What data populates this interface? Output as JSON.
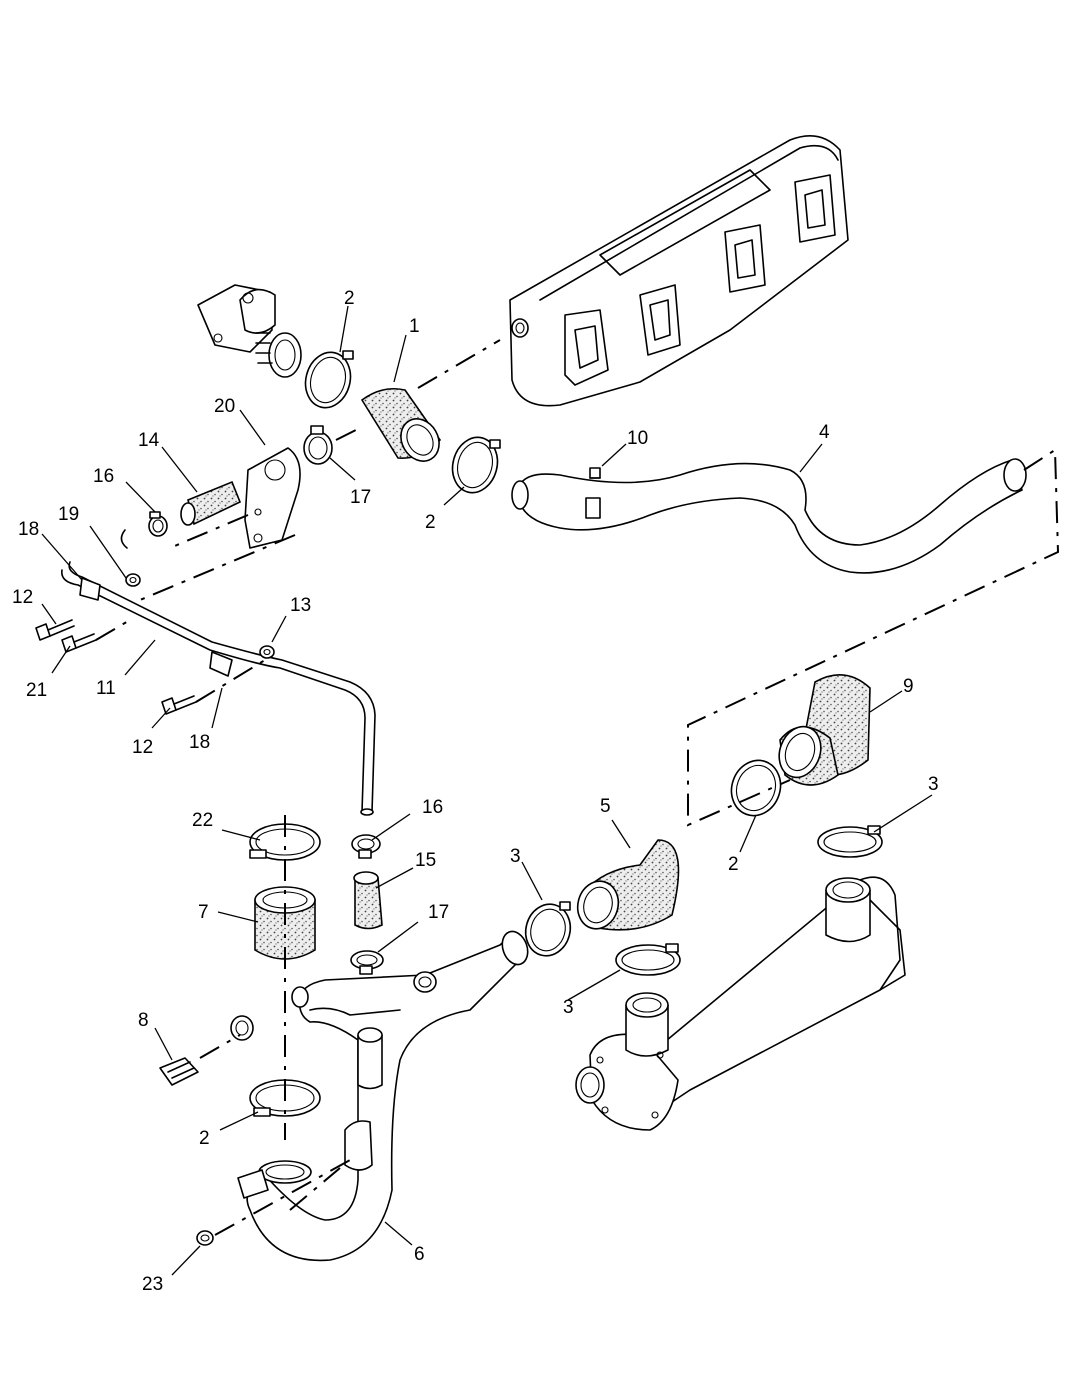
{
  "callouts": {
    "c1": "1",
    "c2a": "2",
    "c2b": "2",
    "c2c": "2",
    "c2d": "2",
    "c3a": "3",
    "c3b": "3",
    "c3c": "3",
    "c4": "4",
    "c5": "5",
    "c6": "6",
    "c7": "7",
    "c8": "8",
    "c9": "9",
    "c10": "10",
    "c11": "11",
    "c12a": "12",
    "c12b": "12",
    "c13": "13",
    "c14": "14",
    "c15": "15",
    "c16a": "16",
    "c16b": "16",
    "c17a": "17",
    "c17b": "17",
    "c18a": "18",
    "c18b": "18",
    "c19": "19",
    "c20": "20",
    "c21": "21",
    "c22": "22",
    "c23": "23"
  }
}
